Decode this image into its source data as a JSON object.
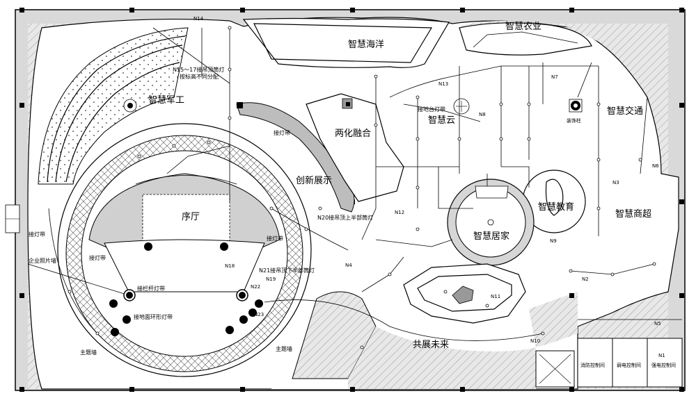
{
  "zones": {
    "military": "智慧军工",
    "ocean": "智慧海洋",
    "agriculture": "智慧农业",
    "cloud": "智慧云",
    "transport": "智慧交通",
    "integration": "两化融合",
    "innovation": "创新展示",
    "lobby": "序厅",
    "education": "智慧教育",
    "home": "智慧居家",
    "supermarket": "智慧商超",
    "future": "共展未来"
  },
  "notes": {
    "n15_line1": "N15～17接吊顶筒灯",
    "n15_line2": "按标高不同分配",
    "ground_strip": "接地台灯带",
    "pillar": "装饰柱",
    "strip_light": "接灯带",
    "n20": "N20接吊顶上半部筒灯",
    "n21": "N21接吊顶下半部筒灯",
    "railing": "接栏杆灯带",
    "ground_ring": "接地面环形灯带",
    "theme_wall": "主题墙",
    "photo_wall": "企业照片墙"
  },
  "circuits": {
    "n1": "N1",
    "n2": "N2",
    "n3": "N3",
    "n4": "N4",
    "n5": "N5",
    "n6": "N6",
    "n7": "N7",
    "n8": "N8",
    "n9": "N9",
    "n10": "N10",
    "n11": "N11",
    "n12": "N12",
    "n13": "N13",
    "n14": "N14",
    "n18": "N18",
    "n19": "N19",
    "n22": "N22",
    "n23": "N23"
  },
  "rooms": {
    "fire_control": "消防控制间",
    "weak_current": "弱电控制间",
    "strong_current": "强电控制间"
  }
}
